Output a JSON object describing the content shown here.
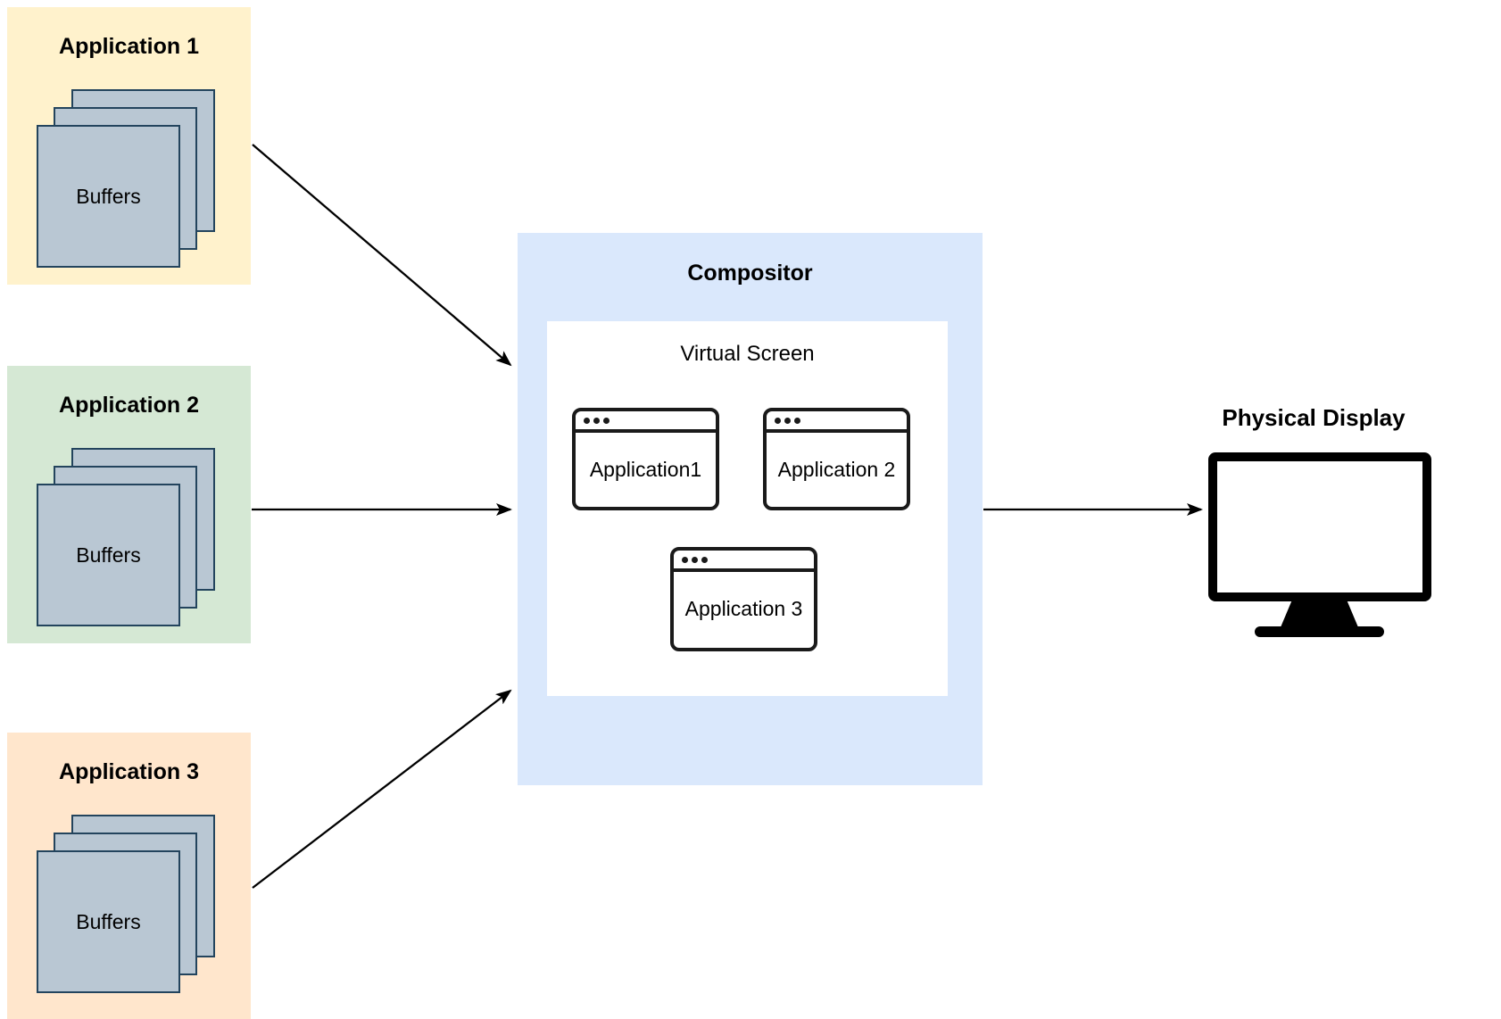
{
  "applications": [
    {
      "title": "Application 1",
      "buffers_label": "Buffers",
      "bg_color": "#FFF2CC"
    },
    {
      "title": "Application 2",
      "buffers_label": "Buffers",
      "bg_color": "#D5E8D4"
    },
    {
      "title": "Application 3",
      "buffers_label": "Buffers",
      "bg_color": "#FFE6CC"
    }
  ],
  "buffer_style": {
    "fill": "#B9C7D3",
    "border": "#23445D",
    "squares_per_stack": 3
  },
  "compositor": {
    "title": "Compositor",
    "bg_color": "#DAE8FC",
    "virtual_screen": {
      "title": "Virtual Screen",
      "bg_color": "#FFFFFF",
      "windows": [
        "Application1",
        "Application 2",
        "Application 3"
      ]
    }
  },
  "physical_display": {
    "title": "Physical Display"
  },
  "arrows": {
    "color": "#000000",
    "connections": [
      "application-1-to-compositor",
      "application-2-to-compositor",
      "application-3-to-compositor",
      "compositor-to-physical-display"
    ]
  }
}
